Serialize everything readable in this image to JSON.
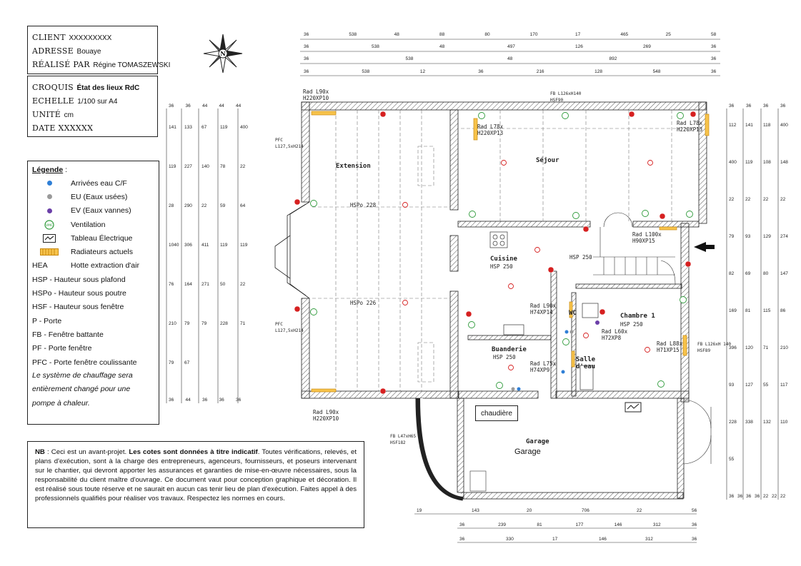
{
  "info": {
    "client_label": "CLIENT",
    "client_value": "XXXXXXXXX",
    "adresse_label": "ADRESSE",
    "adresse_value": "Bouaye",
    "realise_label": "RÉALISÉ PAR",
    "realise_value": "Régine TOMASZEWSKI"
  },
  "croquis": {
    "croquis_label": "CROQUIS",
    "croquis_value": "État des lieux RdC",
    "echelle_label": "ECHELLE",
    "echelle_value": "1/100 sur A4",
    "unite_label": "UNITÉ",
    "unite_value": "cm",
    "date_label": "DATE XXXXXX"
  },
  "legend": {
    "title": "Légende",
    "title_suffix": " :",
    "items": [
      {
        "icon": "blue-dot-icon",
        "label": "Arrivées eau C/F",
        "color": "#2f7fd6"
      },
      {
        "icon": "grey-dot-icon",
        "label": "EU (Eaux usées)",
        "color": "#9a9a9a"
      },
      {
        "icon": "purple-dot-icon",
        "label": "EV (Eaux vannes)",
        "color": "#6b3fa8"
      },
      {
        "icon": "vmc-icon",
        "label": "Ventilation",
        "color": "#2e9a3a"
      },
      {
        "icon": "electric-panel-icon",
        "label": "Tableau Électrique"
      },
      {
        "icon": "radiator-icon",
        "label": "Radiateurs actuels",
        "color": "#e8a21a"
      }
    ],
    "abbreviations": [
      {
        "abbr": "HEA",
        "text": "Hotte extraction d'air"
      },
      {
        "text": "HSP - Hauteur sous plafond"
      },
      {
        "text": "HSPo - Hauteur sous poutre"
      },
      {
        "text": "HSF - Hauteur sous fenêtre"
      },
      {
        "text": "P - Porte"
      },
      {
        "text": "FB - Fenêtre battante"
      },
      {
        "text": "PF - Porte fenêtre"
      },
      {
        "text": "PFC - Porte fenêtre coulissante"
      }
    ],
    "note": "Le système de chauffage sera entièrement changé pour une pompe à chaleur."
  },
  "nb": {
    "label": "NB",
    "text_1": " : Ceci est un avant-projet. ",
    "bold": "Les cotes sont données à titre indicatif",
    "text_2": ". Toutes vérifications, relevés, et plans d'exécution, sont à la charge des entrepreneurs, agenceurs, fournisseurs, et poseurs intervenant sur le chantier, qui devront apporter les assurances et garanties de mise-en-œuvre nécessaires, sous la responsabilité du client maître d'ouvrage. Ce document vaut pour conception graphique et décoration. Il est réalisé sous toute réserve et ne saurait en aucun cas tenir lieu de plan d'exécution. Faites appel à des professionnels qualifiés pour réaliser vos travaux. Respectez les normes en cours."
  },
  "plan": {
    "rooms": {
      "extension": "Extension",
      "sejour": "Séjour",
      "cuisine": "Cuisine",
      "cuisine_hsp": "HSP 250",
      "buanderie": "Buanderie",
      "buanderie_hsp": "HSP 250",
      "wc": "WC",
      "salle": "Salle",
      "salle2": "d'eau",
      "chambre": "Chambre 1",
      "chambre_hsp": "HSP 250",
      "garage_code": "Garage",
      "garage": "Garage",
      "hsp250": "HSP 250"
    },
    "labels": {
      "rad_top_left": [
        "Rad L90x",
        "H220XP10"
      ],
      "rad_sejour_left": [
        "Rad L78x",
        "H220XP13"
      ],
      "rad_sejour_right": [
        "Rad L78x",
        "H220XP13"
      ],
      "rad_entry": [
        "Rad L100x",
        "H90XP15"
      ],
      "rad_wc": [
        "Rad L90x",
        "H74XP14"
      ],
      "rad_l60": [
        "Rad L60x",
        "H72XP8"
      ],
      "rad_l75": [
        "Rad L75x",
        "H74XP9"
      ],
      "rad_chambre": [
        "Rad L88x",
        "H71XP15"
      ],
      "rad_bottom_left": [
        "Rad L90x",
        "H220XP10"
      ],
      "pfc_top": [
        "PFC",
        "L127,5xH214"
      ],
      "pfc_bottom": [
        "PFC",
        "L127,5xH214"
      ],
      "fb_top": [
        "FB L126xH140",
        "HSF90"
      ],
      "fb_chambre": [
        "FB L126xH 140",
        "HSF89"
      ],
      "fb_garage": [
        "FB L47xH65",
        "HSF182"
      ],
      "hspo_228": "HSPo 228",
      "hspo_226": "HSPo 226"
    },
    "chaudiere": "chaudière",
    "dims": {
      "top_row1": [
        "36",
        "538",
        "48",
        "88",
        "80",
        "170",
        "17",
        "465",
        "25",
        "58"
      ],
      "top_row2": [
        "36",
        "538",
        "48",
        "497",
        "126",
        "269",
        "36"
      ],
      "top_row3": [
        "36",
        "538",
        "48",
        "892",
        "36"
      ],
      "top_row4": [
        "36",
        "538",
        "12",
        "36",
        "216",
        "128",
        "548",
        "36"
      ],
      "left_head": [
        "36",
        "36",
        "44",
        "44",
        "44"
      ],
      "left_vals": [
        "141",
        "133",
        "67",
        "119",
        "400",
        "119",
        "227",
        "140",
        "78",
        "22",
        "28",
        "290",
        "22",
        "59",
        "64",
        "1040",
        "306",
        "411",
        "119",
        "119",
        "76",
        "164",
        "271",
        "50",
        "22",
        "210",
        "79",
        "79",
        "228",
        "71",
        "79",
        "67"
      ],
      "left_foot": [
        "36",
        "44",
        "36",
        "36",
        "36"
      ],
      "right_head": [
        "36",
        "36",
        "36",
        "36"
      ],
      "right_vals": [
        "112",
        "141",
        "118",
        "400",
        "400",
        "119",
        "108",
        "148",
        "22",
        "22",
        "22",
        "22",
        "79",
        "93",
        "129",
        "274",
        "82",
        "69",
        "80",
        "147",
        "169",
        "81",
        "115",
        "86",
        "396",
        "120",
        "71",
        "210",
        "93",
        "127",
        "55",
        "117",
        "228",
        "338",
        "132",
        "110",
        "55"
      ],
      "right_foot": [
        "36",
        "36",
        "36",
        "36",
        "22",
        "22",
        "22"
      ],
      "bottom_row1": [
        "19",
        "143",
        "20",
        "706",
        "22",
        "56"
      ],
      "bottom_row2": [
        "36",
        "239",
        "81",
        "177",
        "146",
        "312",
        "36"
      ],
      "bottom_row3": [
        "36",
        "330",
        "17",
        "146",
        "312",
        "36"
      ]
    }
  }
}
